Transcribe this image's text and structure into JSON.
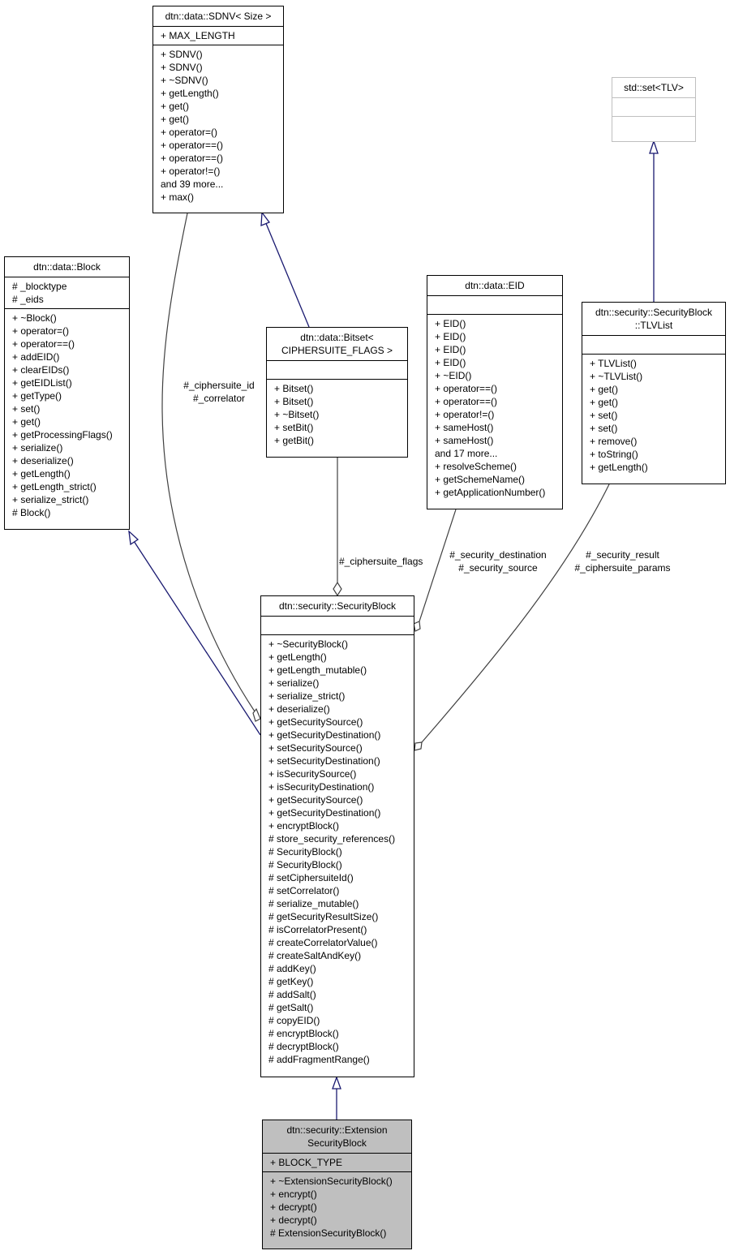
{
  "diagram": {
    "type": "class-collaboration",
    "colors": {
      "inheritance_edge": "#191970",
      "usage_edge": "#404040",
      "box_border": "#000000",
      "external_box_border": "#bfbfbf",
      "focus_box_fill": "#bfbfbf"
    },
    "classes": {
      "sdnv": {
        "title": "dtn::data::SDNV< Size >",
        "attributes": [
          "+ MAX_LENGTH"
        ],
        "methods": [
          "+ SDNV()",
          "+ SDNV()",
          "+ ~SDNV()",
          "+ getLength()",
          "+ get()",
          "+ get()",
          "+ operator=()",
          "+ operator==()",
          "+ operator==()",
          "+ operator!=()",
          "and 39 more...",
          "+ max()"
        ]
      },
      "stdset": {
        "title": "std::set<TLV>",
        "attributes": [],
        "methods": []
      },
      "block": {
        "title": "dtn::data::Block",
        "attributes": [
          "# _blocktype",
          "# _eids"
        ],
        "methods": [
          "+ ~Block()",
          "+ operator=()",
          "+ operator==()",
          "+ addEID()",
          "+ clearEIDs()",
          "+ getEIDList()",
          "+ getType()",
          "+ set()",
          "+ get()",
          "+ getProcessingFlags()",
          "+ serialize()",
          "+ deserialize()",
          "+ getLength()",
          "+ getLength_strict()",
          "+ serialize_strict()",
          "# Block()"
        ]
      },
      "bitset": {
        "title": "dtn::data::Bitset<\n CIPHERSUITE_FLAGS >",
        "attributes": [],
        "methods": [
          "+ Bitset()",
          "+ Bitset()",
          "+ ~Bitset()",
          "+ setBit()",
          "+ getBit()"
        ]
      },
      "eid": {
        "title": "dtn::data::EID",
        "attributes": [],
        "methods": [
          "+ EID()",
          "+ EID()",
          "+ EID()",
          "+ EID()",
          "+ ~EID()",
          "+ operator==()",
          "+ operator==()",
          "+ operator!=()",
          "+ sameHost()",
          "+ sameHost()",
          "and 17 more...",
          "+ resolveScheme()",
          "+ getSchemeName()",
          "+ getApplicationNumber()"
        ]
      },
      "tlvlist": {
        "title": "dtn::security::SecurityBlock\n::TLVList",
        "attributes": [],
        "methods": [
          "+ TLVList()",
          "+ ~TLVList()",
          "+ get()",
          "+ get()",
          "+ set()",
          "+ set()",
          "+ remove()",
          "+ toString()",
          "+ getLength()"
        ]
      },
      "securityblock": {
        "title": "dtn::security::SecurityBlock",
        "attributes": [],
        "methods": [
          "+ ~SecurityBlock()",
          "+ getLength()",
          "+ getLength_mutable()",
          "+ serialize()",
          "+ serialize_strict()",
          "+ deserialize()",
          "+ getSecuritySource()",
          "+ getSecurityDestination()",
          "+ setSecuritySource()",
          "+ setSecurityDestination()",
          "+ isSecuritySource()",
          "+ isSecurityDestination()",
          "+ getSecuritySource()",
          "+ getSecurityDestination()",
          "+ encryptBlock()",
          "# store_security_references()",
          "# SecurityBlock()",
          "# SecurityBlock()",
          "# setCiphersuiteId()",
          "# setCorrelator()",
          "# serialize_mutable()",
          "# getSecurityResultSize()",
          "# isCorrelatorPresent()",
          "# createCorrelatorValue()",
          "# createSaltAndKey()",
          "# addKey()",
          "# getKey()",
          "# addSalt()",
          "# getSalt()",
          "# copyEID()",
          "# encryptBlock()",
          "# decryptBlock()",
          "# addFragmentRange()"
        ]
      },
      "extsecblock": {
        "title": "dtn::security::Extension\nSecurityBlock",
        "attributes": [
          "+ BLOCK_TYPE"
        ],
        "methods": [
          "+ ~ExtensionSecurityBlock()",
          "+ encrypt()",
          "+ decrypt()",
          "+ decrypt()",
          "# ExtensionSecurityBlock()"
        ]
      }
    },
    "edge_labels": {
      "sdnv_to_securityblock": "#_ciphersuite_id\n#_correlator",
      "bitset_to_securityblock": "#_ciphersuite_flags",
      "eid_to_securityblock": "#_security_destination\n#_security_source",
      "tlvlist_to_securityblock": "#_security_result\n#_ciphersuite_params"
    }
  }
}
